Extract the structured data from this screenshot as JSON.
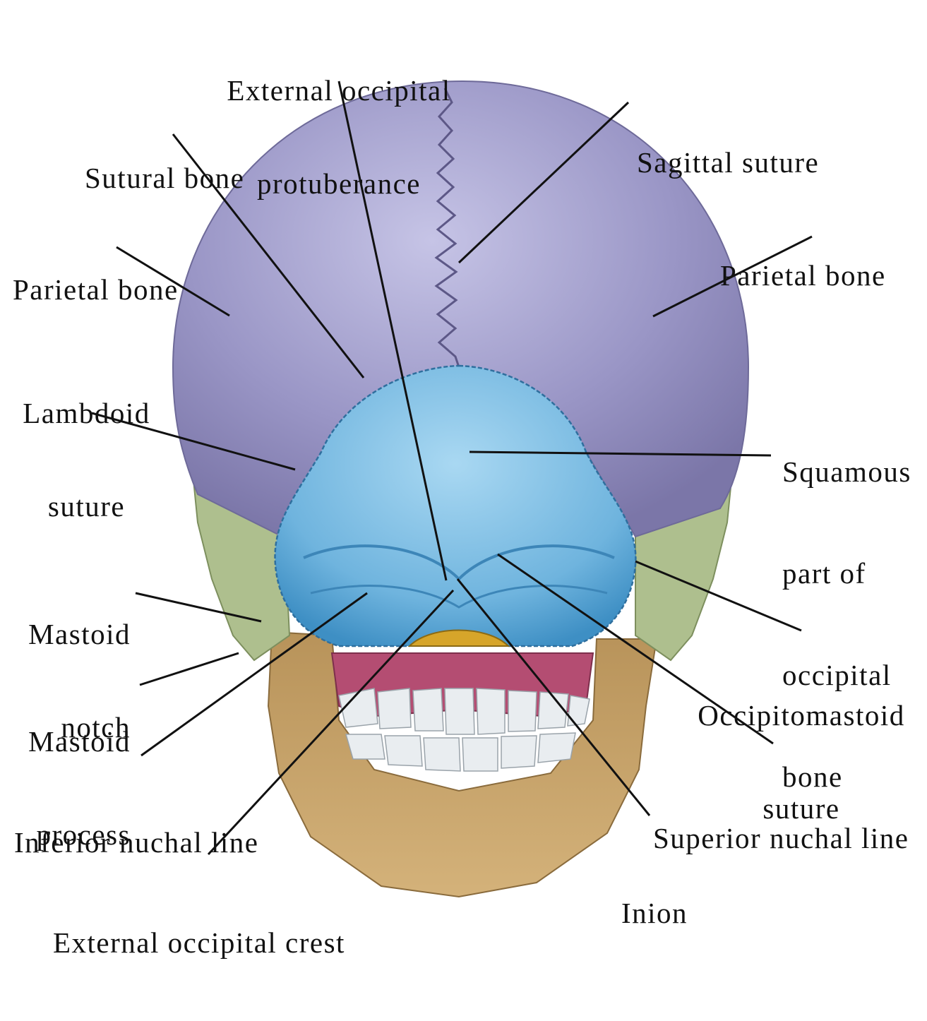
{
  "labels": {
    "ext_occ_protuberance": [
      "External occipital",
      "protuberance"
    ],
    "sutural_bone": [
      "Sutural bone"
    ],
    "sagittal_suture": [
      "Sagittal suture"
    ],
    "parietal_bone_left": [
      "Parietal bone"
    ],
    "parietal_bone_right": [
      "Parietal bone"
    ],
    "lambdoid_suture": [
      "Lambdoid",
      "suture"
    ],
    "squamous_part": [
      "Squamous",
      "part of",
      "occipital",
      "bone"
    ],
    "mastoid_notch": [
      "Mastoid",
      "notch"
    ],
    "mastoid_process": [
      "Mastoid",
      "process"
    ],
    "occipitomastoid_suture": [
      "Occipitomastoid",
      "suture"
    ],
    "inferior_nuchal_line": [
      "Inferior nuchal line"
    ],
    "superior_nuchal_line": [
      "Superior nuchal line"
    ],
    "inion": [
      "Inion"
    ],
    "ext_occ_crest": [
      "External occipital crest"
    ]
  },
  "colors": {
    "parietal": "#9c98c8",
    "occipital": "#78b8e0",
    "temporal": "#aebf8e",
    "mandible": "#c9a86e",
    "maxilla": "#b44d72",
    "foramen": "#d6a52a",
    "teeth": "#e8ecef",
    "leader": "#111111"
  }
}
